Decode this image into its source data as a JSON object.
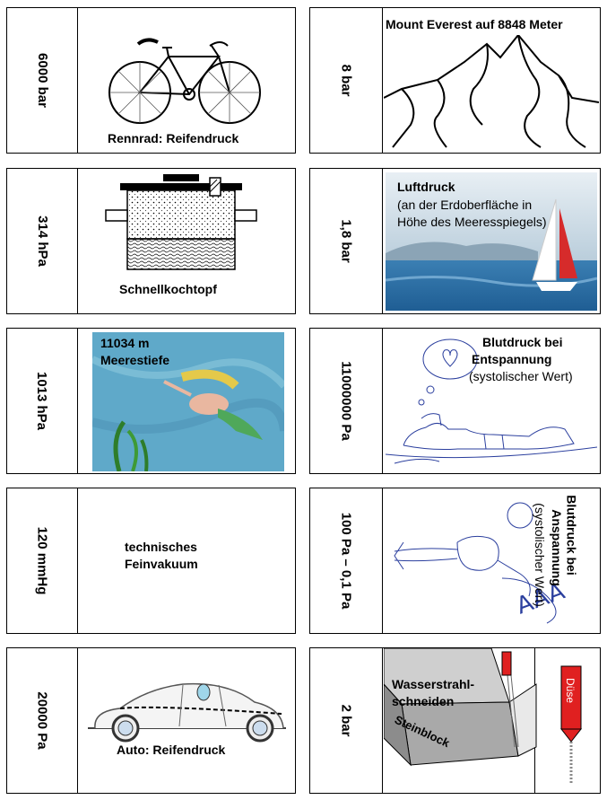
{
  "cards": [
    {
      "value": "6000 bar",
      "label": "Rennrad: Reifendruck",
      "icon": "bicycle-icon"
    },
    {
      "value": "314 hPa",
      "label": "Schnellkochtopf",
      "icon": "pressure-cooker-icon"
    },
    {
      "value": "1013 hPa",
      "label_line1": "11034 m",
      "label_line2": "Meerestiefe",
      "icon": "mermaid-image"
    },
    {
      "value": "120 mmHg",
      "label_line1": "technisches",
      "label_line2": "Feinvakuum"
    },
    {
      "value": "20000 Pa",
      "label": "Auto: Reifendruck",
      "icon": "car-icon"
    },
    {
      "value": "8 bar",
      "label": "Mount Everest auf 8848 Meter",
      "icon": "mountain-icon"
    },
    {
      "value": "1,8 bar",
      "label_line1": "Luftdruck",
      "label_line2": "(an der Erdoberfläche in",
      "label_line3": "Höhe des Meeresspiegels)",
      "icon": "sailboat-image"
    },
    {
      "value": "11000000 Pa",
      "label_line1": "Blutdruck bei",
      "label_line2": "Entspannung",
      "label_line3": "(systolischer Wert)",
      "icon": "resting-person-sketch"
    },
    {
      "value": "100 Pa – 0,1 Pa",
      "label_line1": "Blutdruck bei",
      "label_line2": "Anspannung",
      "label_line3": "(systolischer Wert)",
      "icon": "tense-person-sketch"
    },
    {
      "value": "2 bar",
      "label_line1": "Wasserstrahl-",
      "label_line2": "schneiden",
      "block_label": "Steinblock",
      "nozzle_label": "Düse",
      "icon": "waterjet-icon"
    }
  ]
}
